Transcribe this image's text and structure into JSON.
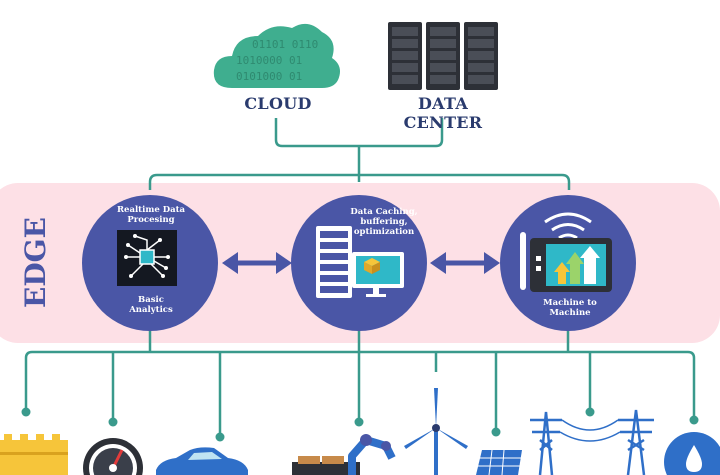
{
  "top": {
    "cloud_label": "CLOUD",
    "datacenter_label": "DATA CENTER",
    "cloud_binary": [
      "01101 0110",
      "1010000 01",
      "0101000 01"
    ]
  },
  "edge": {
    "label": "EDGE",
    "nodes": [
      {
        "top_label": "Realtime Data Procesing",
        "bottom_label": "Basic Analytics"
      },
      {
        "top_label": "Data Caching, buffering, optimization"
      },
      {
        "bottom_label": "Machine to Machine"
      }
    ]
  },
  "colors": {
    "cloud": "#3fae8f",
    "line": "#3a9a8c",
    "band": "#fde0e6",
    "node": "#4a56a6",
    "navy": "#2a3b6e",
    "device_blue": "#2f6fc8",
    "device_yellow": "#f6c53a"
  },
  "icons": [
    "cloud-icon",
    "server-rack-icon",
    "chip-icon",
    "server-monitor-icon",
    "tablet-chart-icon",
    "wind-turbine-icon",
    "power-tower-icon",
    "gauge-icon",
    "car-icon",
    "robot-arm-icon",
    "solar-panel-icon",
    "water-drop-icon",
    "battery-icon"
  ]
}
